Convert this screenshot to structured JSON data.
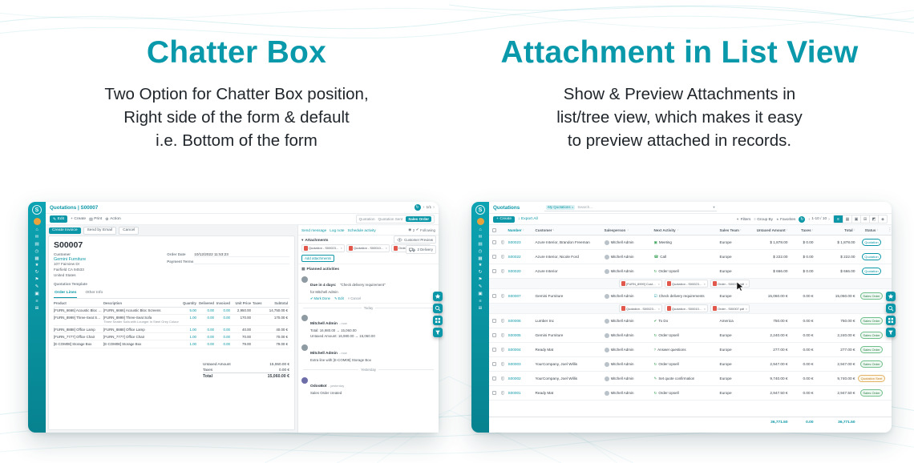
{
  "hero": {
    "left": {
      "title": "Chatter Box",
      "lines": [
        "Two Option for Chatter Box position,",
        "Right side of the form & default",
        "i.e. Bottom of the form"
      ]
    },
    "right": {
      "title": "Attachment in List View",
      "lines": [
        "Show & Preview Attachments in",
        "list/tree view, which makes it easy",
        "to preview attached in records."
      ]
    }
  },
  "colors": {
    "brand_teal": "#0999AB",
    "sidebar_teal": "#0CA3B2",
    "pdf_red": "#E2574C",
    "avatar_orange": "#E8A33D",
    "status_quotation": "#0B97A7",
    "status_quotation_sent": "#C07F1E",
    "status_sales_order": "#2E8047"
  },
  "glyphs": {
    "pencil": "✎",
    "plus": "+",
    "print": "▤",
    "gear": "⚙",
    "refresh": "↻",
    "chevron_left": "‹",
    "chevron_right": "›",
    "caret": "▾",
    "person": "◉",
    "check": "✔",
    "close": "×",
    "calendar": "▦",
    "sort": "↕",
    "dots": "⋮",
    "export": "↓"
  },
  "app_sidebar": {
    "logo": "S",
    "icons": [
      "⌂",
      "✉",
      "▤",
      "◷",
      "▦",
      "★",
      "↻",
      "⚑",
      "✎",
      "▣",
      "≡",
      "⊞"
    ]
  },
  "form": {
    "breadcrumb": "Quotations | S00007",
    "pager": "1/1",
    "toolbar": {
      "edit": "Edit",
      "create": "Create",
      "print": "Print",
      "action": "Action"
    },
    "statusbar": [
      "Quotation",
      "Quotation Sent",
      "Sales Order"
    ],
    "actions": {
      "create_invoice": "Create Invoice",
      "send_by_email": "Send by Email",
      "cancel": "Cancel"
    },
    "smart_buttons": [
      {
        "label": "Customer Preview"
      },
      {
        "label": "2 Delivery"
      }
    ],
    "record": {
      "name": "S00007",
      "customer_label": "Customer",
      "customer": "Gemini Furniture",
      "address": [
        "107 Fairview Dr",
        "Fairfield CA 94533",
        "United States"
      ],
      "order_date_label": "Order Date",
      "order_date": "10/12/2022 11:53:23",
      "payment_terms_label": "Payment Terms",
      "quotation_template_label": "Quotation Template"
    },
    "tabs": [
      "Order Lines",
      "Other Info"
    ],
    "table": {
      "headers": [
        "Product",
        "Description",
        "Quantity",
        "Delivered",
        "Invoiced",
        "Unit Price",
        "Taxes",
        "Subtotal"
      ],
      "rows": [
        {
          "product": "[FURN_6666] Acoustic Bloc Screens",
          "description": "[FURN_6666] Acoustic Bloc Screens",
          "quantity": "5.00",
          "delivered": "0.00",
          "invoiced": "0.00",
          "unit_price": "2,950.00",
          "taxes": "",
          "subtotal": "14,750.00 €"
        },
        {
          "product": "[FURN_8999] Three-Seat Sofa",
          "description": "[FURN_8999] Three-Seat Sofa",
          "description2": "Three Seater Sofa with Lounger in Steel Grey Colour",
          "quantity": "1.00",
          "delivered": "0.00",
          "invoiced": "0.00",
          "unit_price": "170.00",
          "taxes": "",
          "subtotal": "170.00 €"
        },
        {
          "product": "[FURN_8888] Office Lamp",
          "description": "[FURN_8888] Office Lamp",
          "quantity": "1.00",
          "delivered": "0.00",
          "invoiced": "0.00",
          "unit_price": "40.00",
          "taxes": "",
          "subtotal": "40.00 €"
        },
        {
          "product": "[FURN_7777] Office Chair",
          "description": "[FURN_7777] Office Chair",
          "quantity": "1.00",
          "delivered": "0.00",
          "invoiced": "0.00",
          "unit_price": "70.00",
          "taxes": "",
          "subtotal": "70.00 €"
        },
        {
          "product": "[E-COM08] Storage Box",
          "description": "[E-COM08] Storage Box",
          "quantity": "1.00",
          "delivered": "0.00",
          "invoiced": "0.00",
          "unit_price": "79.00",
          "taxes": "",
          "subtotal": "79.00 €"
        }
      ]
    },
    "totals": {
      "untaxed_label": "Untaxed Amount",
      "untaxed": "15,060.00 €",
      "taxes_label": "Taxes",
      "taxes": "0.00 €",
      "total_label": "Total",
      "total": "15,060.00 €"
    }
  },
  "chatter": {
    "tabs": [
      "Send message",
      "Log note",
      "Schedule activity"
    ],
    "follower_count": "2",
    "following": "Following",
    "attachments_title": "Attachments",
    "attachments": [
      "Quotation - S00023.pdf",
      "Quotation - S00010.pdf",
      "Order - S00007.pdf"
    ],
    "add_attachments": "Add attachments",
    "planned_activities": "Planned activities",
    "activity": {
      "due": "Due in 4 days:",
      "summary": "\"Check delivery requirement\"",
      "assignee": "for Mitchell Admin",
      "actions": [
        {
          "glyph": "✔",
          "label": "Mark Done"
        },
        {
          "glyph": "✎",
          "label": "Edit"
        },
        {
          "glyph": "×",
          "label": "Cancel"
        }
      ]
    },
    "messages": [
      {
        "separator": "Today",
        "author": "Mitchell Admin",
        "time": "- now",
        "avatar_color": "#8F9BA3",
        "lines": [
          "Total: 16,980.00 → 15,060.00",
          "Untaxed Amount: 16,980.00 → 15,060.00"
        ]
      },
      {
        "author": "Mitchell Admin",
        "time": "- now",
        "avatar_color": "#8F9BA3",
        "lines": [
          "Extra line with [E-COM08] Storage Box"
        ]
      },
      {
        "separator": "Yesterday",
        "author": "OdooBot",
        "time": "- yesterday",
        "avatar_color": "#6D6DA8",
        "lines": [
          "Sales Order created"
        ]
      }
    ]
  },
  "list": {
    "title": "Quotations",
    "search": {
      "facet": "My Quotations",
      "placeholder": "Search..."
    },
    "toolbar": {
      "create": "Create",
      "export_all": "Export All",
      "pager": "1-10 / 10"
    },
    "tools": [
      {
        "glyph": "▼",
        "label": "Filters"
      },
      {
        "glyph": "≡",
        "label": "Group By"
      },
      {
        "glyph": "★",
        "label": "Favorites"
      }
    ],
    "view_switcher": [
      {
        "name": "list",
        "glyph": "≡",
        "active": true
      },
      {
        "name": "kanban",
        "glyph": "▦"
      },
      {
        "name": "calendar",
        "glyph": "▣"
      },
      {
        "name": "pivot",
        "glyph": "⊞"
      },
      {
        "name": "graph",
        "glyph": "◩"
      },
      {
        "name": "map",
        "glyph": "◈"
      }
    ],
    "headers": [
      "Number",
      "Customer",
      "Salesperson",
      "Next Activity",
      "Sales Team",
      "Untaxed Amount",
      "Taxes",
      "Total",
      "Status"
    ],
    "rows": [
      {
        "type": "order",
        "number": "S00023",
        "customer": "Azure Interior, Brandon Freeman",
        "salesperson": "Mitchell Admin",
        "activity": "Meeting",
        "activity_glyph": "▣",
        "activity_color": "#3FA45B",
        "team": "Europe",
        "untaxed": "$ 1,878.00",
        "taxes": "$ 0.00",
        "total": "$ 1,878.00",
        "status": "Quotation",
        "status_type": "quotation"
      },
      {
        "type": "order",
        "number": "S00022",
        "customer": "Azure Interior, Nicole Ford",
        "salesperson": "Mitchell Admin",
        "activity": "Call",
        "activity_glyph": "☎",
        "activity_color": "#3FA45B",
        "team": "Europe",
        "untaxed": "$ 222.00",
        "taxes": "$ 0.00",
        "total": "$ 222.00",
        "status": "Quotation",
        "status_type": "quotation"
      },
      {
        "type": "order",
        "number": "S00020",
        "customer": "Azure Interior",
        "salesperson": "Mitchell Admin",
        "activity": "Order Upsell",
        "activity_glyph": "↻",
        "activity_color": "#3FA45B",
        "team": "Europe",
        "untaxed": "$ 666.00",
        "taxes": "$ 0.00",
        "total": "$ 666.00",
        "status": "Quotation",
        "status_type": "quotation"
      },
      {
        "type": "attachments",
        "chips": [
          "[FURN_8999] Customi...",
          "Quotation - S00023.pdf",
          "Order - S00019.pdf"
        ]
      },
      {
        "type": "order",
        "number": "S00007",
        "customer": "Gemini Furniture",
        "salesperson": "Mitchell Admin",
        "activity": "Check delivery requirements",
        "activity_glyph": "☑",
        "activity_color": "#0B97A7",
        "team": "Europe",
        "untaxed": "15,060.00 €",
        "taxes": "0.00 €",
        "total": "15,060.00 €",
        "status": "Sales Order",
        "status_type": "order"
      },
      {
        "type": "attachments",
        "chips": [
          "Quotation - S00023.pdf",
          "Quotation - S00010.pdf",
          "Order - S00007.pdf"
        ]
      },
      {
        "type": "order",
        "number": "S00006",
        "customer": "Lumber Inc",
        "salesperson": "Mitchell Admin",
        "activity": "To Do",
        "activity_glyph": "✔",
        "activity_color": "#3FA45B",
        "team": "America",
        "untaxed": "750.00 €",
        "taxes": "0.00 €",
        "total": "750.00 €",
        "status": "Sales Order",
        "status_type": "order"
      },
      {
        "type": "order",
        "number": "S00005",
        "customer": "Gemini Furniture",
        "salesperson": "Mitchell Admin",
        "activity": "Order Upsell",
        "activity_glyph": "↻",
        "activity_color": "#3FA45B",
        "team": "Europe",
        "untaxed": "2,240.00 €",
        "taxes": "0.00 €",
        "total": "2,240.00 €",
        "status": "Sales Order",
        "status_type": "order"
      },
      {
        "type": "order",
        "number": "S00004",
        "customer": "Ready Mat",
        "salesperson": "Mitchell Admin",
        "activity": "Answer questions",
        "activity_glyph": "?",
        "activity_color": "#3FA45B",
        "team": "Europe",
        "untaxed": "277.00 €",
        "taxes": "0.00 €",
        "total": "277.00 €",
        "status": "Sales Order",
        "status_type": "order"
      },
      {
        "type": "order",
        "number": "S00003",
        "customer": "YourCompany, Joel Willis",
        "salesperson": "Mitchell Admin",
        "activity": "Order Upsell",
        "activity_glyph": "↻",
        "activity_color": "#3FA45B",
        "team": "Europe",
        "untaxed": "2,947.00 €",
        "taxes": "0.00 €",
        "total": "2,947.00 €",
        "status": "Sales Order",
        "status_type": "order"
      },
      {
        "type": "order",
        "number": "S00002",
        "customer": "YourCompany, Joel Willis",
        "salesperson": "Mitchell Admin",
        "activity": "Set quote confirmation",
        "activity_glyph": "✎",
        "activity_color": "#3FA45B",
        "team": "Europe",
        "untaxed": "9,740.00 €",
        "taxes": "0.00 €",
        "total": "9,740.00 €",
        "status": "Quotation Sent",
        "status_type": "sent"
      },
      {
        "type": "order",
        "number": "S00001",
        "customer": "Ready Mat",
        "salesperson": "Mitchell Admin",
        "activity": "Order Upsell",
        "activity_glyph": "↻",
        "activity_color": "#3FA45B",
        "team": "Europe",
        "untaxed": "2,947.50 €",
        "taxes": "0.00 €",
        "total": "2,947.50 €",
        "status": "Sales Order",
        "status_type": "order"
      }
    ],
    "footer": {
      "untaxed": "36,771.50",
      "taxes": "0.00",
      "total": "36,771.50"
    }
  }
}
